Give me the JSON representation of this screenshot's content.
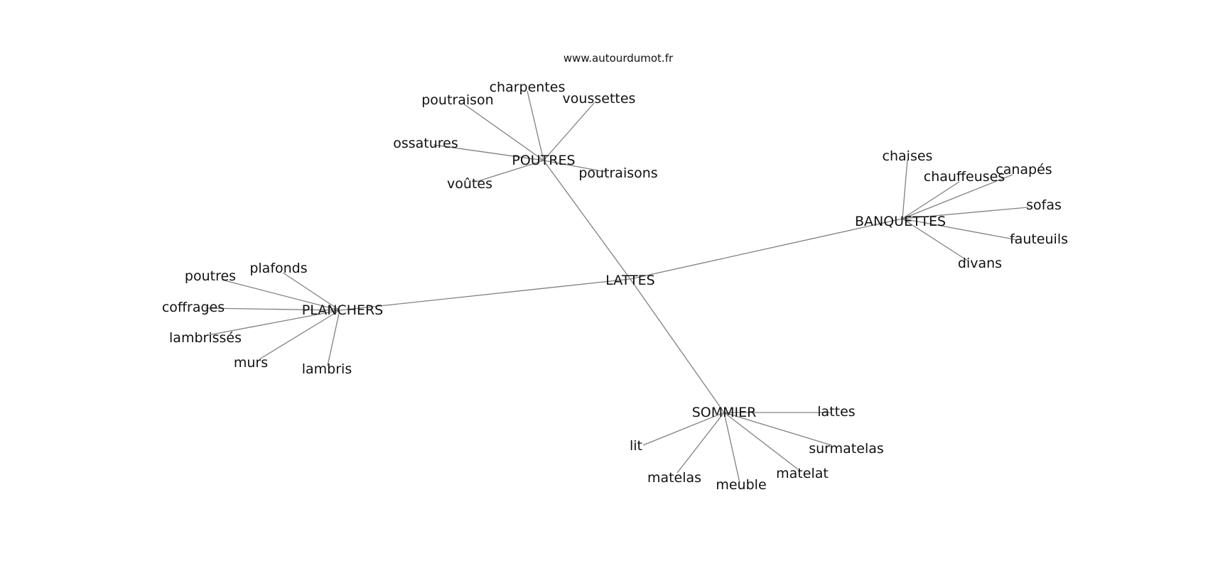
{
  "site": "www.autourdumot.fr",
  "center": "LATTES",
  "clusters": [
    {
      "hub": "POUTRES",
      "words": [
        "charpentes",
        "poutraison",
        "voussettes",
        "ossatures",
        "poutraisons",
        "voûtes"
      ]
    },
    {
      "hub": "BANQUETTES",
      "words": [
        "chaises",
        "chauffeuses",
        "canapés",
        "sofas",
        "fauteuils",
        "divans"
      ]
    },
    {
      "hub": "PLANCHERS",
      "words": [
        "plafonds",
        "poutres",
        "coffrages",
        "lambrissés",
        "murs",
        "lambris"
      ]
    },
    {
      "hub": "SOMMIER",
      "words": [
        "lattes",
        "lit",
        "surmatelas",
        "matelas",
        "matelat",
        "meuble"
      ]
    }
  ]
}
